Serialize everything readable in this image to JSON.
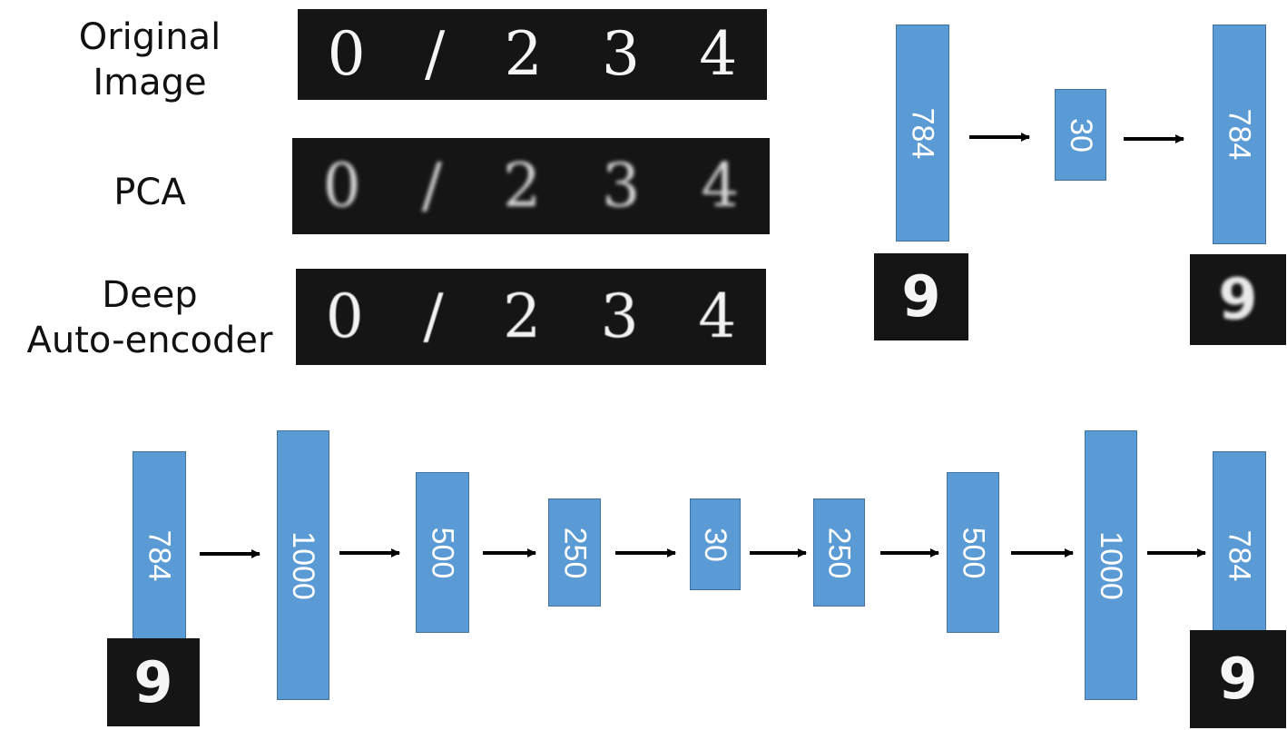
{
  "comparison": {
    "rows": [
      {
        "id": "original",
        "label_lines": [
          "Original",
          "Image"
        ],
        "digits": [
          "0",
          "/",
          "2",
          "3",
          "4"
        ]
      },
      {
        "id": "pca",
        "label_lines": [
          "PCA"
        ],
        "digits": [
          "0",
          "/",
          "2",
          "3",
          "4"
        ]
      },
      {
        "id": "ae",
        "label_lines": [
          "Deep",
          "Auto-encoder"
        ],
        "digits": [
          "0",
          "/",
          "2",
          "3",
          "4"
        ]
      }
    ]
  },
  "pca_network": {
    "layers": [
      "784",
      "30",
      "784"
    ],
    "input_digit": "9",
    "output_digit": "9"
  },
  "deep_network": {
    "layers": [
      "784",
      "1000",
      "500",
      "250",
      "30",
      "250",
      "500",
      "1000",
      "784"
    ],
    "input_digit": "9",
    "output_digit": "9"
  },
  "colors": {
    "layer_fill": "#5b9bd5",
    "layer_border": "#41719c",
    "image_background": "#151515",
    "arrow": "#000000"
  }
}
